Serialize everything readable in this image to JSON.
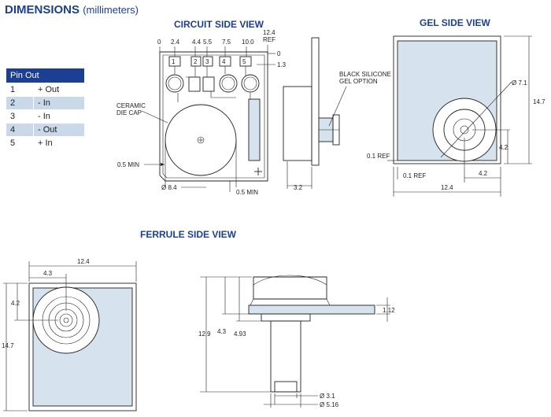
{
  "header": {
    "title": "DIMENSIONS",
    "subtitle": "(millimeters)"
  },
  "views": {
    "circuit": "CIRCUIT SIDE VIEW",
    "gel": "GEL SIDE VIEW",
    "ferrule": "FERRULE SIDE VIEW"
  },
  "pin_table": {
    "header": "Pin Out",
    "rows": [
      {
        "pin": "1",
        "function": "+ Out"
      },
      {
        "pin": "2",
        "function": "- In"
      },
      {
        "pin": "3",
        "function": "- In"
      },
      {
        "pin": "4",
        "function": "- Out"
      },
      {
        "pin": "5",
        "function": "+ In"
      }
    ]
  },
  "circuit_view": {
    "top_dims": [
      "0",
      "2.4",
      "4.4",
      "5.5",
      "7.5",
      "10.0",
      "12.4",
      "REF"
    ],
    "right_dims": [
      "0",
      "1.3"
    ],
    "pin_numbers": [
      "1",
      "2",
      "3",
      "4",
      "5"
    ],
    "ceramic_label_1": "CERAMIC",
    "ceramic_label_2": "DIE CAP",
    "min_left": "0.5 MIN",
    "min_bottom": "0.5 MIN",
    "diameter": "Ø 8.4"
  },
  "side_view": {
    "gel_label_1": "BLACK SILICONE",
    "gel_label_2": "GEL OPTION",
    "thickness": "3.2"
  },
  "gel_view": {
    "diameter": "Ø 7.1",
    "height": "14.7",
    "center_y": "4.2",
    "center_x": "4.2",
    "ref_y": "0.1 REF",
    "ref_x": "0.1 REF",
    "width": "12.4"
  },
  "ferrule_view": {
    "width": "12.4",
    "center_x": "4.3",
    "center_y": "4.2",
    "height": "14.7"
  },
  "ferrule_side": {
    "overall": "12.9",
    "mid": "4.3",
    "upper": "4.93",
    "flange": "1.12",
    "bore": "Ø 3.1",
    "outer": "Ø 5.16"
  }
}
